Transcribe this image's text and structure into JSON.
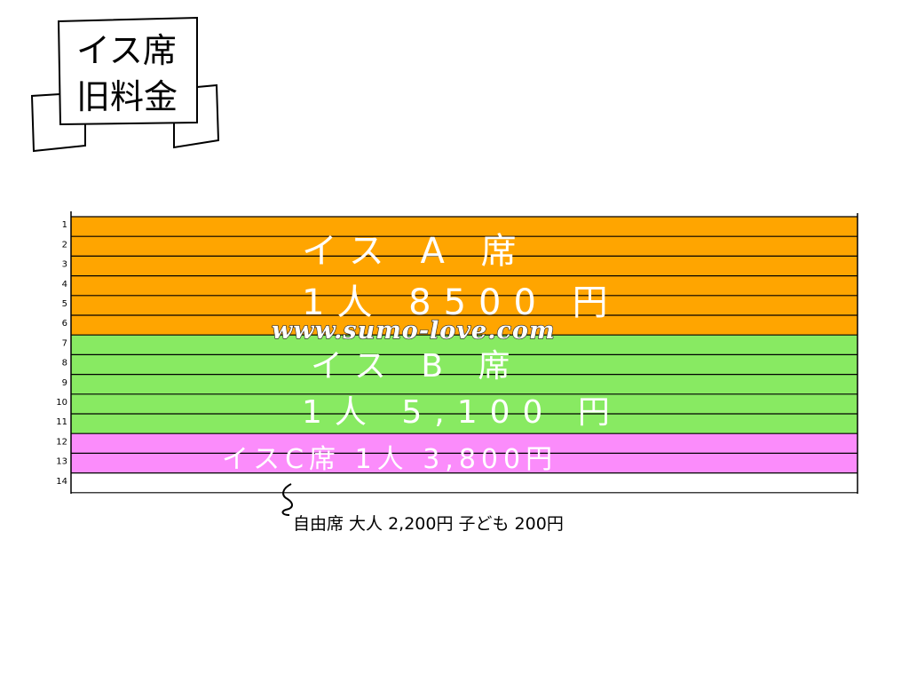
{
  "title": {
    "line1": "イス席",
    "line2": "旧料金"
  },
  "rows": [
    "1",
    "2",
    "3",
    "4",
    "5",
    "6",
    "7",
    "8",
    "9",
    "10",
    "11",
    "12",
    "13",
    "14"
  ],
  "sections": [
    {
      "name": "イス A 席",
      "price": "1人 8500 円",
      "color": "#ffa500",
      "row_start": 1,
      "row_end": 6
    },
    {
      "name": "イス B 席",
      "price": "1人 5,100 円",
      "color": "#88ea62",
      "row_start": 7,
      "row_end": 11
    },
    {
      "name": "イスC席 1人 3,800円",
      "price": "",
      "color": "#fb8cfb",
      "row_start": 12,
      "row_end": 13
    }
  ],
  "free_seat_note": "自由席  大人 2,200円  子ども 200円",
  "watermark": "www.sumo-love.com"
}
